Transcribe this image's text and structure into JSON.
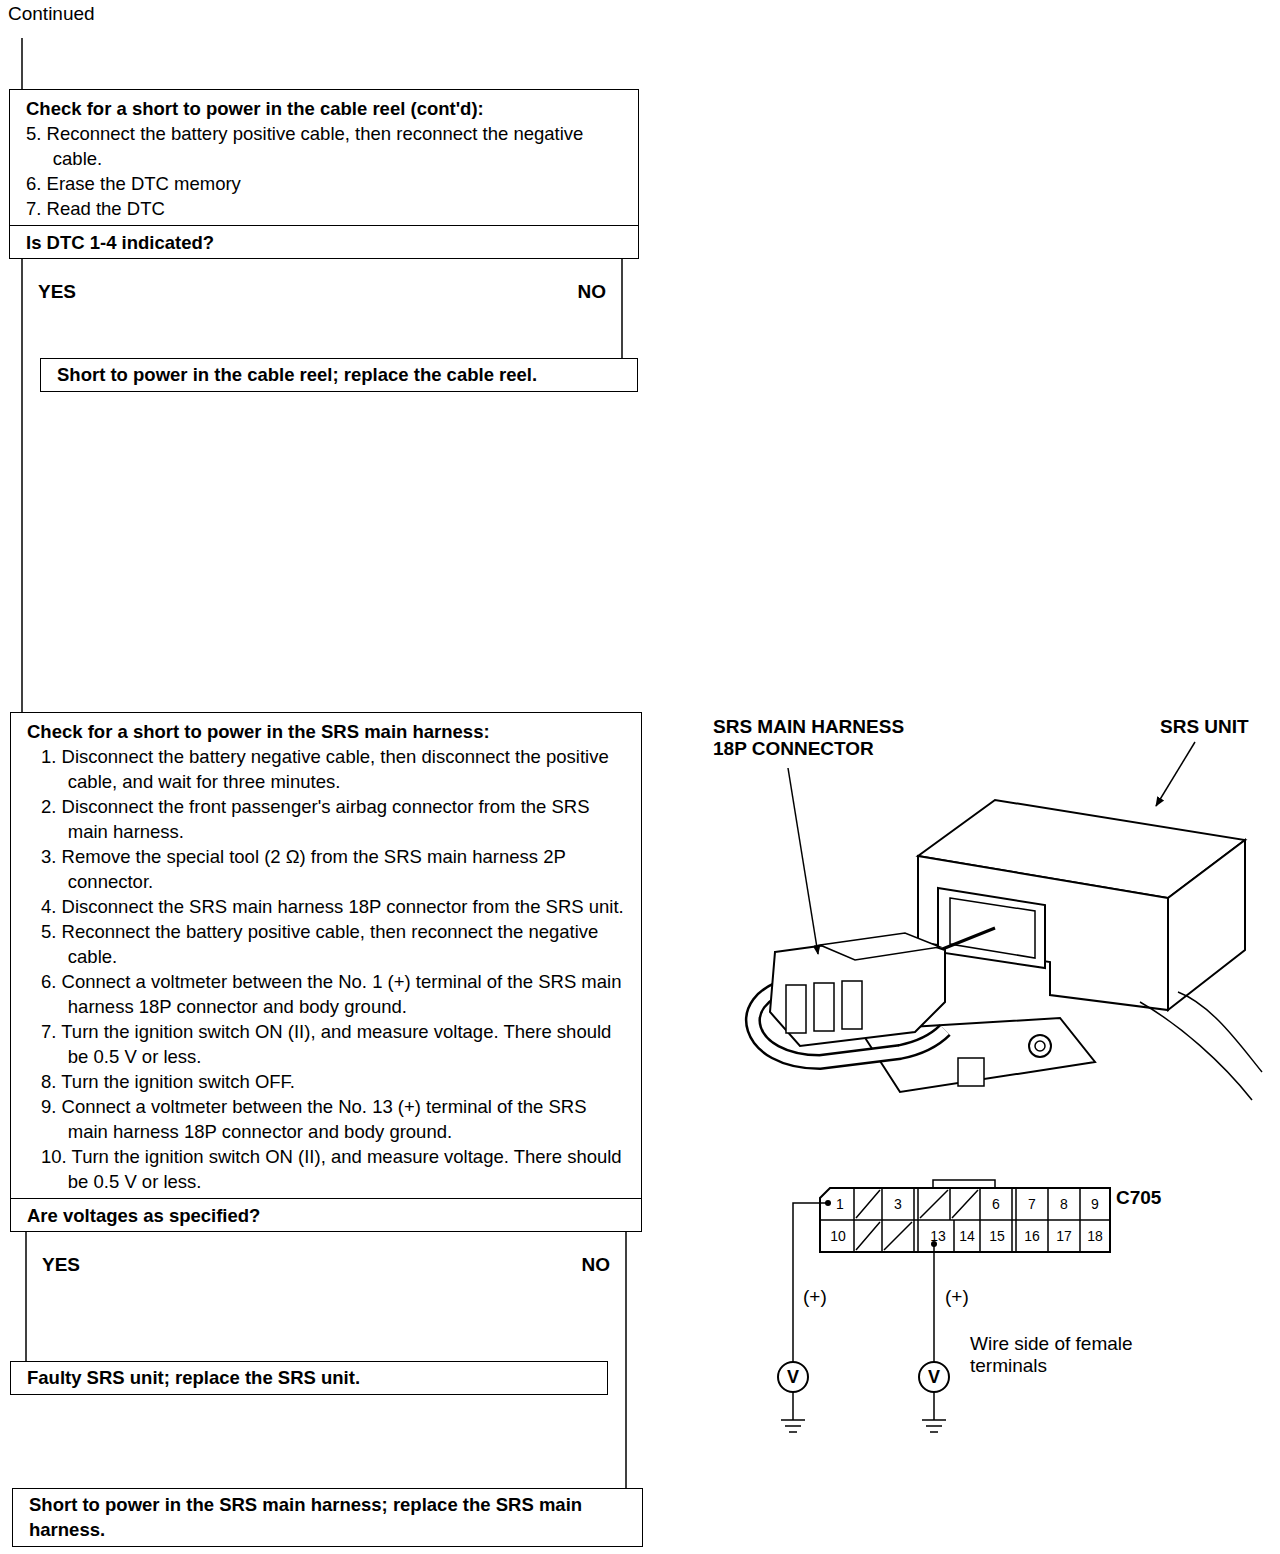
{
  "diagram": {
    "nodes": [
      {
        "text": [
          "Check for a short to power in the cable reel (cont'd):",
          "5. Reconnect the battery positive cable, then reconnect the negative cable.",
          "6. Erase the DTC memory",
          "7. Read the DTC",
          "Is DTC 1-4 indicated?"
        ]
      },
      {
        "text": [
          "Short to power in the cable reel; replace the cable reel."
        ]
      },
      {
        "text": [
          "Check for a short to power in the SRS main harness:",
          "1. Disconnect the battery negative cable, then disconnect the positive cable, and wait for three minutes.",
          "2. Disconnect the front passenger's airbag connector from the SRS main harness.",
          "3. Remove the special tool (2 Ω) from the SRS main harness 2P connector.",
          "4. Disconnect the SRS main harness 18P connector from the SRS unit.",
          "5. Reconnect the battery positive cable, then reconnect the negative cable.",
          "6. Connect a voltmeter between the No. 1 (+) terminal of the SRS main harness 18P connector and body ground.",
          "7. Turn the ignition switch ON (II), and measure voltage. There should be 0.5 V or less.",
          "8. Turn the ignition switch OFF.",
          "9. Connect a voltmeter between the No. 13 (+) terminal of the SRS main harness 18P connector and body ground.",
          "10. Turn the ignition switch ON (II), and measure voltage. There should be 0.5 V or less.",
          "Are voltages as specified?"
        ]
      },
      {
        "text": [
          "Faulty SRS unit; replace the SRS unit."
        ]
      },
      {
        "text": [
          "Short to power in the SRS main harness; replace the SRS main harness."
        ]
      }
    ],
    "edges": [
      {
        "from": 0,
        "to": 2,
        "label": "YES",
        "arrow": "none"
      },
      {
        "from": 0,
        "to": 1,
        "label": "NO",
        "arrow": "none"
      },
      {
        "from": 2,
        "to": 3,
        "label": "YES",
        "arrow": "none"
      },
      {
        "from": 2,
        "to": 4,
        "label": "NO",
        "arrow": "none"
      }
    ],
    "labels": [
      "Continued",
      "SRS MAIN HARNESS 18P CONNECTOR",
      "SRS UNIT",
      "C705",
      "1",
      "3",
      "6",
      "7",
      "8",
      "9",
      "10",
      "13",
      "14",
      "15",
      "16",
      "17",
      "18",
      "(+)",
      "(+)",
      "Wire side of female terminals",
      "V",
      "V"
    ]
  }
}
